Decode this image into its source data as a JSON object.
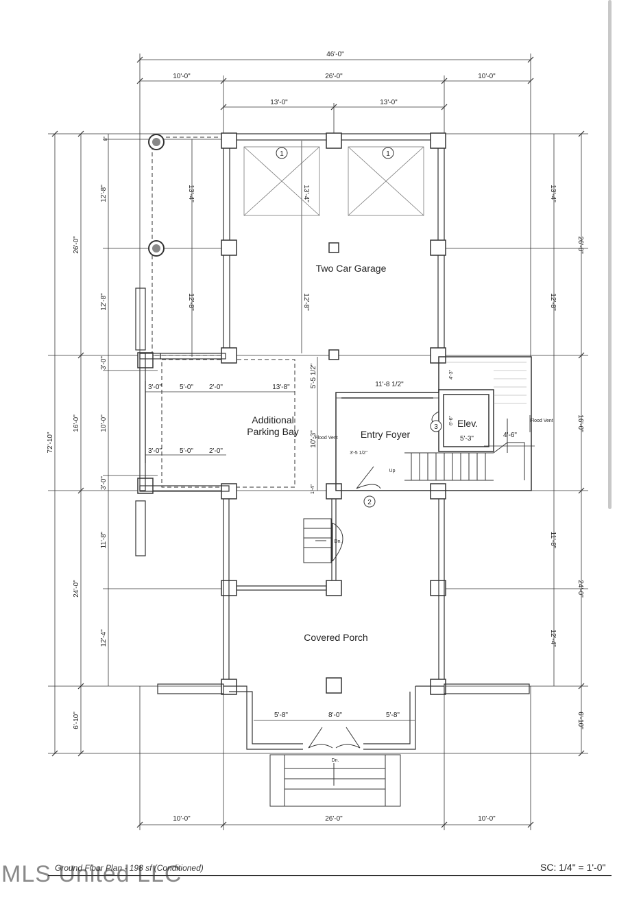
{
  "rooms": {
    "garage": "Two Car Garage",
    "parking_line1": "Additional",
    "parking_line2": "Parking Bay",
    "foyer": "Entry Foyer",
    "elevator": "Elev.",
    "porch": "Covered Porch"
  },
  "dims": {
    "overall_width": "46'-0\"",
    "top_left": "10'-0\"",
    "top_mid": "26'-0\"",
    "top_right": "10'-0\"",
    "garage_half_left": "13'-0\"",
    "garage_half_right": "13'-0\"",
    "bottom_left": "10'-0\"",
    "bottom_mid": "26'-0\"",
    "bottom_right": "10'-0\"",
    "overall_depth": "72'-10\"",
    "left_26": "26'-0\"",
    "left_16": "16'-0\"",
    "left_24": "24'-0\"",
    "left_610": "6'-10\"",
    "left_8": "8\"",
    "left_128a": "12'-8\"",
    "left_128b": "12'-8\"",
    "left_30a": "3'-0\"",
    "left_100": "10'-0\"",
    "left_30b": "3'-0\"",
    "left_118": "11'-8\"",
    "left_124": "12'-4\"",
    "right_26": "26'-0\"",
    "right_16": "16'-0\"",
    "right_24": "24'-0\"",
    "right_610": "6'-10\"",
    "right_134": "13'-4\"",
    "right_128": "12'-8\"",
    "right_118": "11'-8\"",
    "right_124": "12'-4\"",
    "inner_134a": "13'-4\"",
    "inner_128a": "12'-8\"",
    "inner_134b": "13'-4\"",
    "inner_128b": "12'-8\"",
    "bay_30a": "3'-0\"",
    "bay_50a": "5'-0\"",
    "bay_20a": "2'-0\"",
    "bay_138": "13'-8\"",
    "bay_30b": "3'-0\"",
    "bay_50b": "5'-0\"",
    "bay_20b": "2'-0\"",
    "foyer_width": "11'-8 1/2\"",
    "foyer_512": "5'-5 1/2\"",
    "foyer_103": "10'-3\"",
    "foyer_14": "1'-4\"",
    "foyer_3512": "3'-5 1/2\"",
    "elev_66": "6'-6\"",
    "elev_53": "5'-3\"",
    "stair_46": "4'-6\"",
    "stair_43": "4'-3\"",
    "porch_58a": "5'-8\"",
    "porch_80": "8'-0\"",
    "porch_58b": "5'-8\""
  },
  "tags": {
    "door1": "1",
    "door1b": "1",
    "door2": "2",
    "door3": "3"
  },
  "notes": {
    "flood_vent_left": "Flood Vent",
    "flood_vent_right": "Flood Vent",
    "up": "Up",
    "down_1": "Dn.",
    "down_2": "Dn."
  },
  "title_block": {
    "sheet_title": "Ground Floor Plan - 198 sf (Conditioned)",
    "scale": "SC: 1/4\" = 1'-0\"",
    "watermark": "MLS United LLC"
  }
}
